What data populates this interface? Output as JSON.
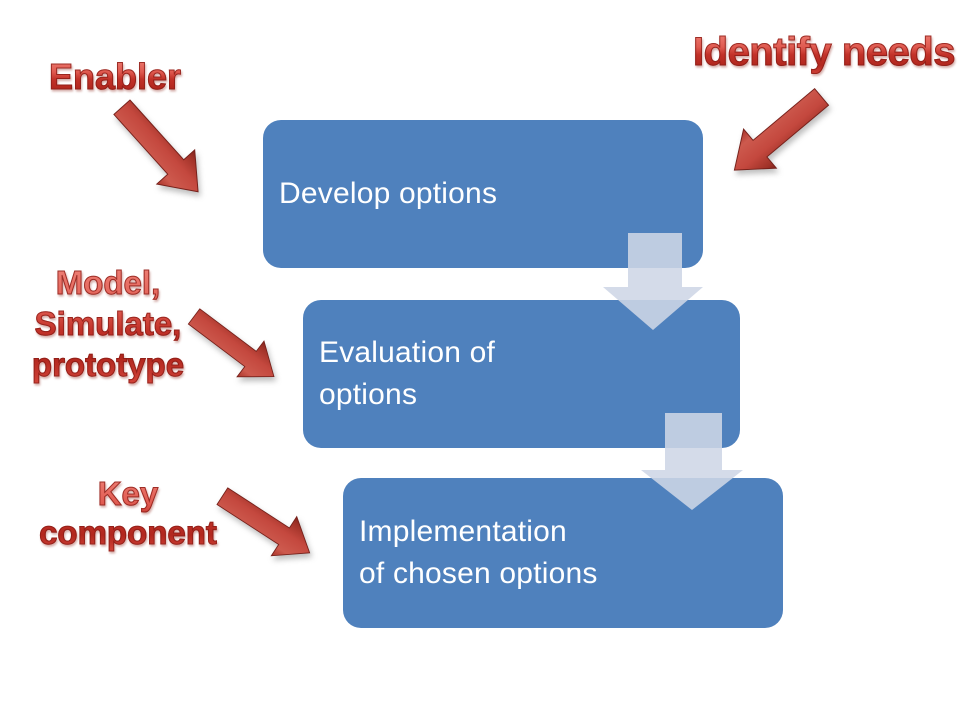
{
  "boxes": [
    {
      "label": "Develop options"
    },
    {
      "label": "Evaluation of\noptions"
    },
    {
      "label": "Implementation\nof chosen options"
    }
  ],
  "annotations": {
    "enabler": {
      "label": "Enabler"
    },
    "identify_needs": {
      "label": "Identify needs"
    },
    "model_simulate_prototype": {
      "label": "Model,\nSimulate,\nprototype"
    },
    "key_component": {
      "label": "Key\ncomponent"
    }
  },
  "icons": {
    "connectors": "down-block-arrow-icon",
    "annotation_pointers": "red-3d-arrow-icon"
  },
  "colors": {
    "background": "#ffffff",
    "box_fill": "#4f81bd",
    "box_text": "#ffffff",
    "connector_fill": "#ced6e6",
    "annotation_red": "#c43d34",
    "annotation_dark_red": "#8a1d16"
  }
}
